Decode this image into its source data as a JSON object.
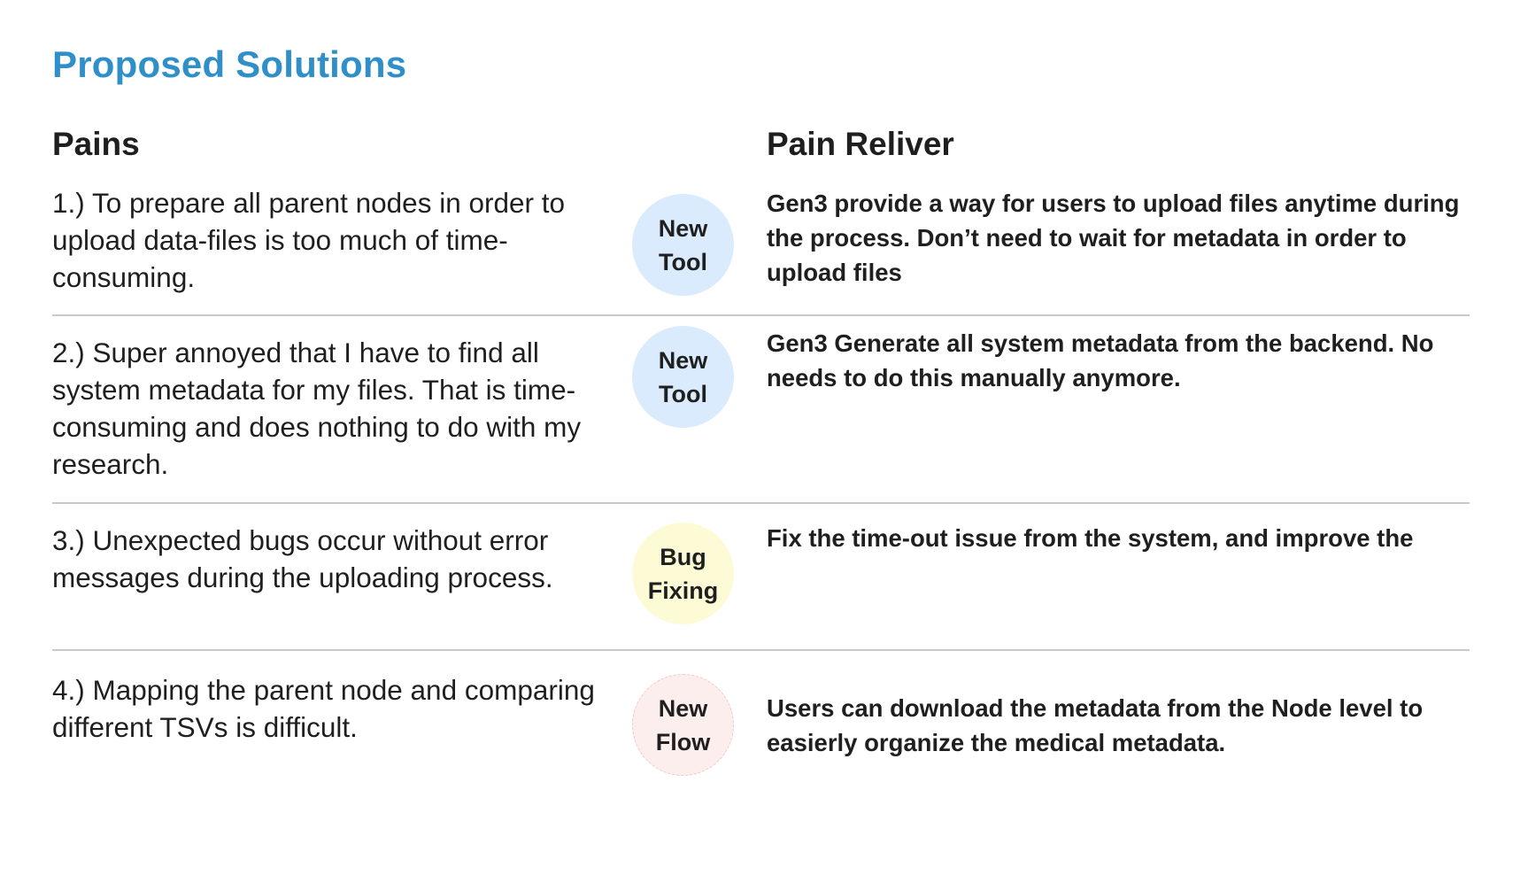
{
  "page": {
    "title": "Proposed Solutions"
  },
  "columns": {
    "pains": "Pains",
    "relief": "Pain Reliver"
  },
  "rows": [
    {
      "pain": "1.) To prepare all parent nodes in order to upload data-files is too much of time-consuming.",
      "badge": "New Tool",
      "badge_type": "tool",
      "relief": "Gen3 provide a way for users to upload files anytime during the process. Don’t need to wait for metadata in order to upload files"
    },
    {
      "pain": "2.) Super annoyed that I have to find all system metadata for my files. That is time-consuming and does nothing to do with my research.",
      "badge": "New Tool",
      "badge_type": "tool",
      "relief": "Gen3 Generate all system metadata from the backend. No needs to do this manually anymore."
    },
    {
      "pain": "3.) Unexpected bugs occur without error messages during the uploading process.",
      "badge": "Bug Fixing",
      "badge_type": "bug",
      "relief": "Fix the time-out issue from the system, and improve the"
    },
    {
      "pain": "4.) Mapping the parent node and comparing different TSVs is difficult.",
      "badge": "New Flow",
      "badge_type": "flow",
      "relief": "Users can download the metadata from the Node level to easierly organize the medical metadata."
    }
  ],
  "colors": {
    "title": "#2f8fc8",
    "tool_badge": "#d9ebfc",
    "bug_badge": "#fdfbd6",
    "flow_badge": "#fdeeee",
    "divider": "#c9c9c9"
  }
}
